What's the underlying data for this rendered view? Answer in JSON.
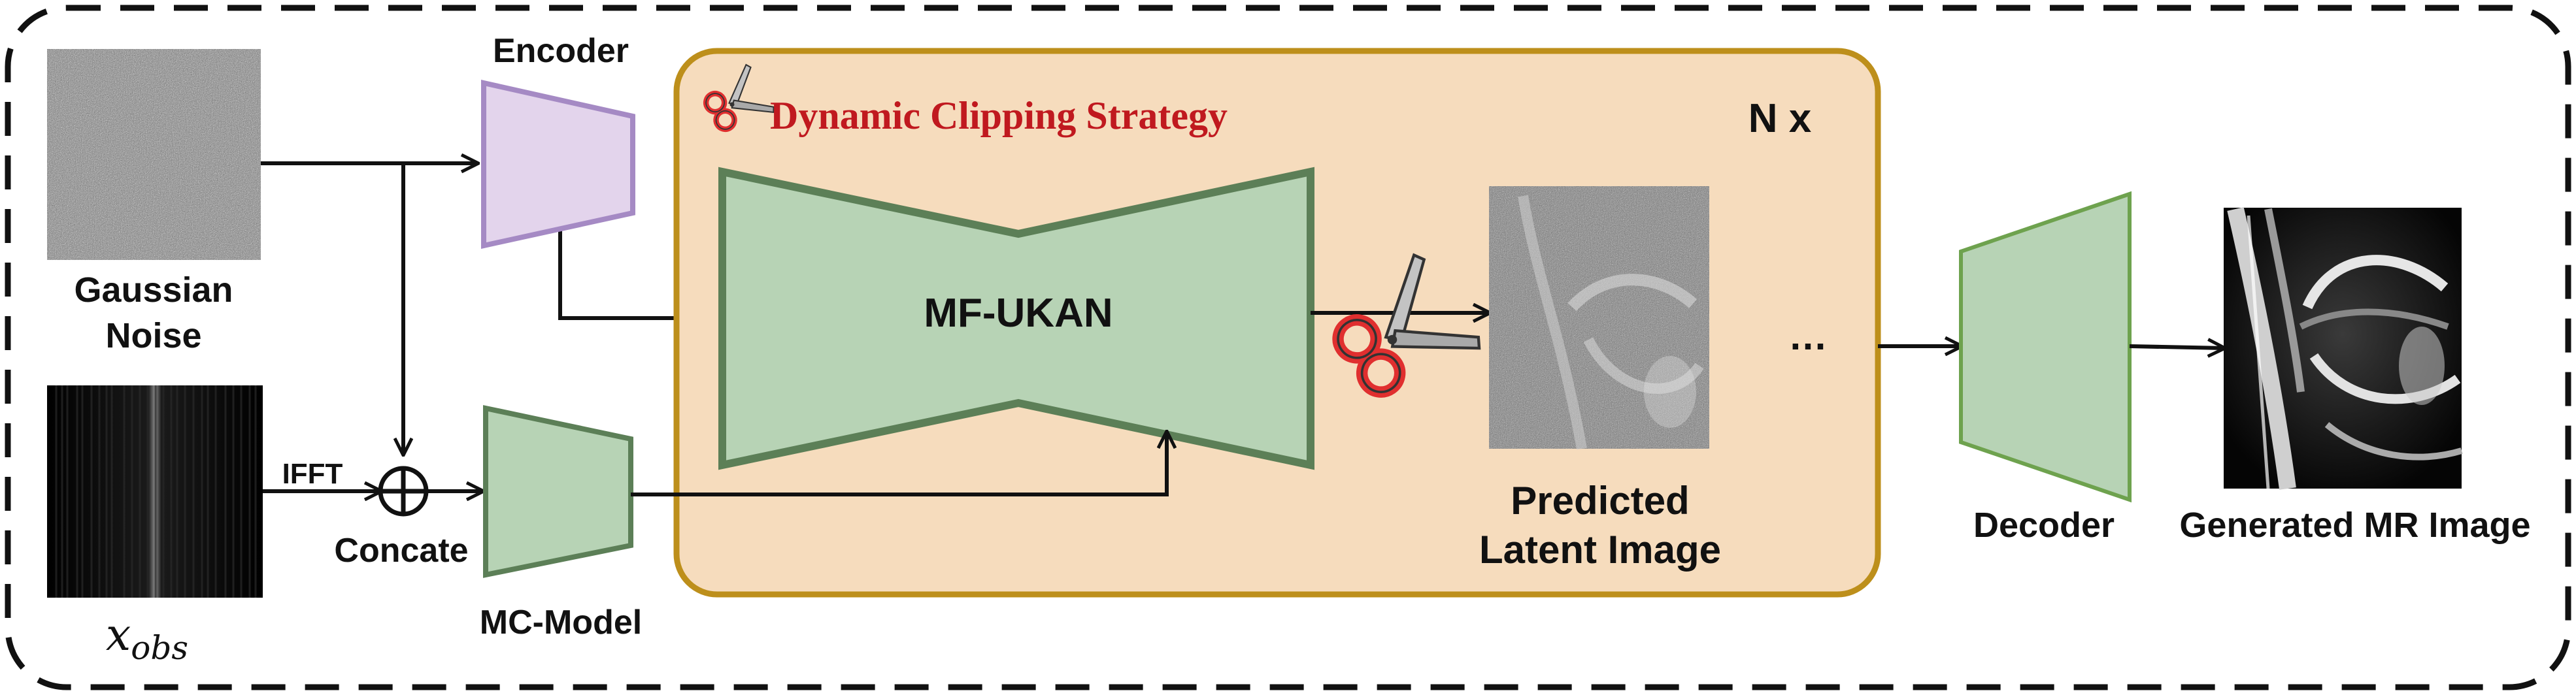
{
  "colors": {
    "outer_border": "#111111",
    "loop_fill": "#f6dcbd",
    "loop_stroke": "#bd8f1b",
    "encoder_fill": "#e3d4ec",
    "encoder_stroke": "#a58ac4",
    "green_fill": "#b7d3b5",
    "green_stroke": "#5c7f57",
    "decoder_stroke": "#6ea24e",
    "strategy_text": "#c0191f",
    "scissors_red": "#e02f2f",
    "scissors_blade": "#c3c3c3"
  },
  "inputs": {
    "noise_label_line1": "Gaussian",
    "noise_label_line2": "Noise",
    "kspace_label": "x_obs",
    "kspace_label_base": "x",
    "kspace_label_sub": "obs"
  },
  "operations": {
    "ifft_label": "IFFT",
    "concat_label": "Concate"
  },
  "modules": {
    "encoder_label": "Encoder",
    "mc_model_label": "MC-Model",
    "unet_label": "MF-UKAN",
    "decoder_label": "Decoder"
  },
  "loop": {
    "strategy_title": "Dynamic Clipping Strategy",
    "repeat_label": "N x",
    "ellipsis": "…",
    "latent_label_line1": "Predicted",
    "latent_label_line2": "Latent Image"
  },
  "output": {
    "label": "Generated MR Image"
  },
  "icons": [
    "scissors-icon",
    "concat-plus-icon"
  ]
}
